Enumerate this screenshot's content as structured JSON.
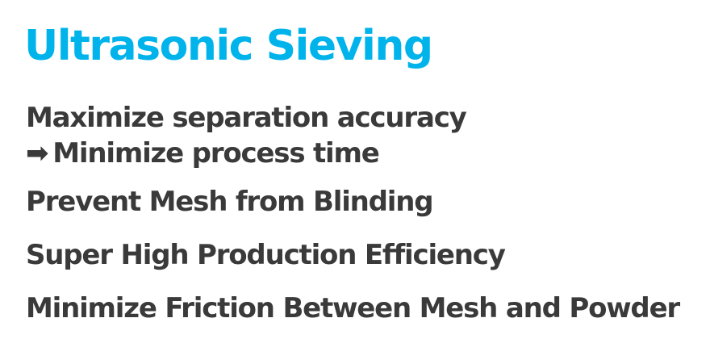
{
  "colors": {
    "title": "#00b4eb",
    "text": "#3a3a3a"
  },
  "title": "Ultrasonic Sieving",
  "items": [
    {
      "line1": "Maximize separation accuracy",
      "arrow": "➡",
      "line2": "Minimize process time"
    },
    {
      "text": "Prevent Mesh from Blinding"
    },
    {
      "text": "Super High Production Efficiency"
    },
    {
      "text": "Minimize Friction Between Mesh and Powder"
    }
  ]
}
